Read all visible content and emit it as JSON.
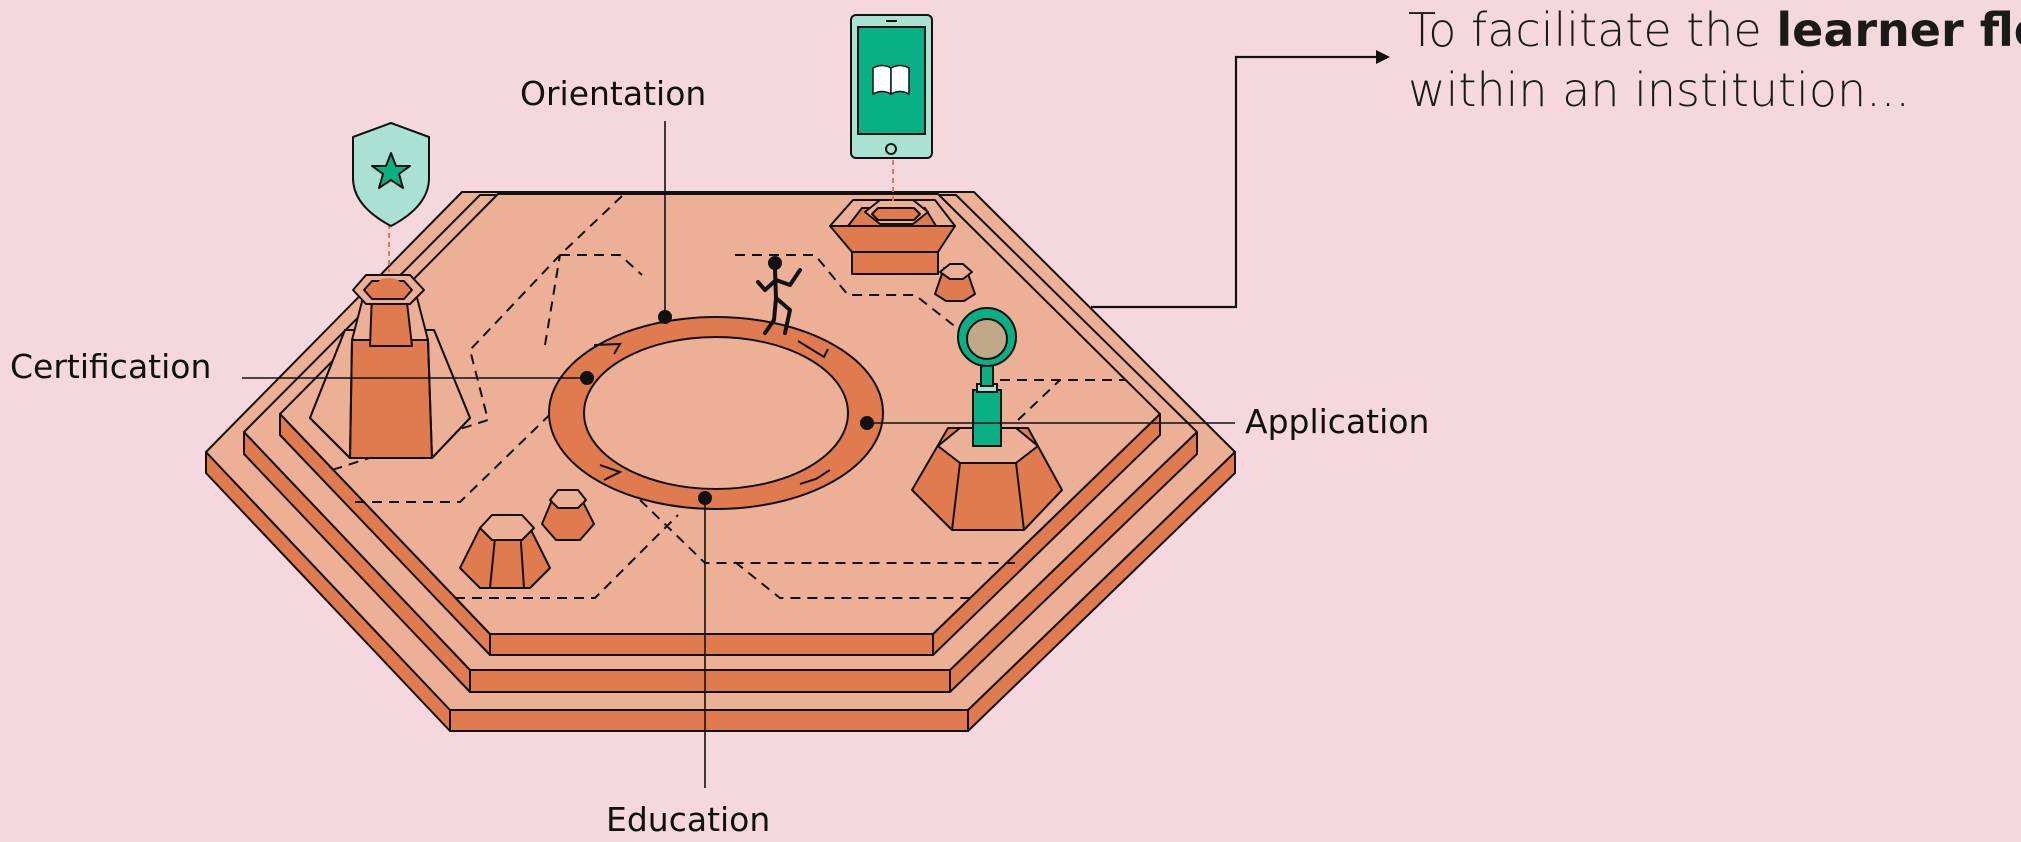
{
  "headline": {
    "prefix": "To facilitate the ",
    "emphasis": "learner flow",
    "line2": "within an institution..."
  },
  "labels": {
    "orientation": "Orientation",
    "certification": "Certification",
    "application": "Application",
    "education": "Education"
  },
  "colors": {
    "background": "#f5d8dd",
    "platform_top": "#ecb096",
    "platform_side": "#e07a4f",
    "accent_green": "#08b083",
    "light_green": "#a9e2d3",
    "outline": "#111111"
  },
  "icons": [
    "shield-star-icon",
    "phone-book-icon",
    "magnifier-icon",
    "runner-figure"
  ]
}
